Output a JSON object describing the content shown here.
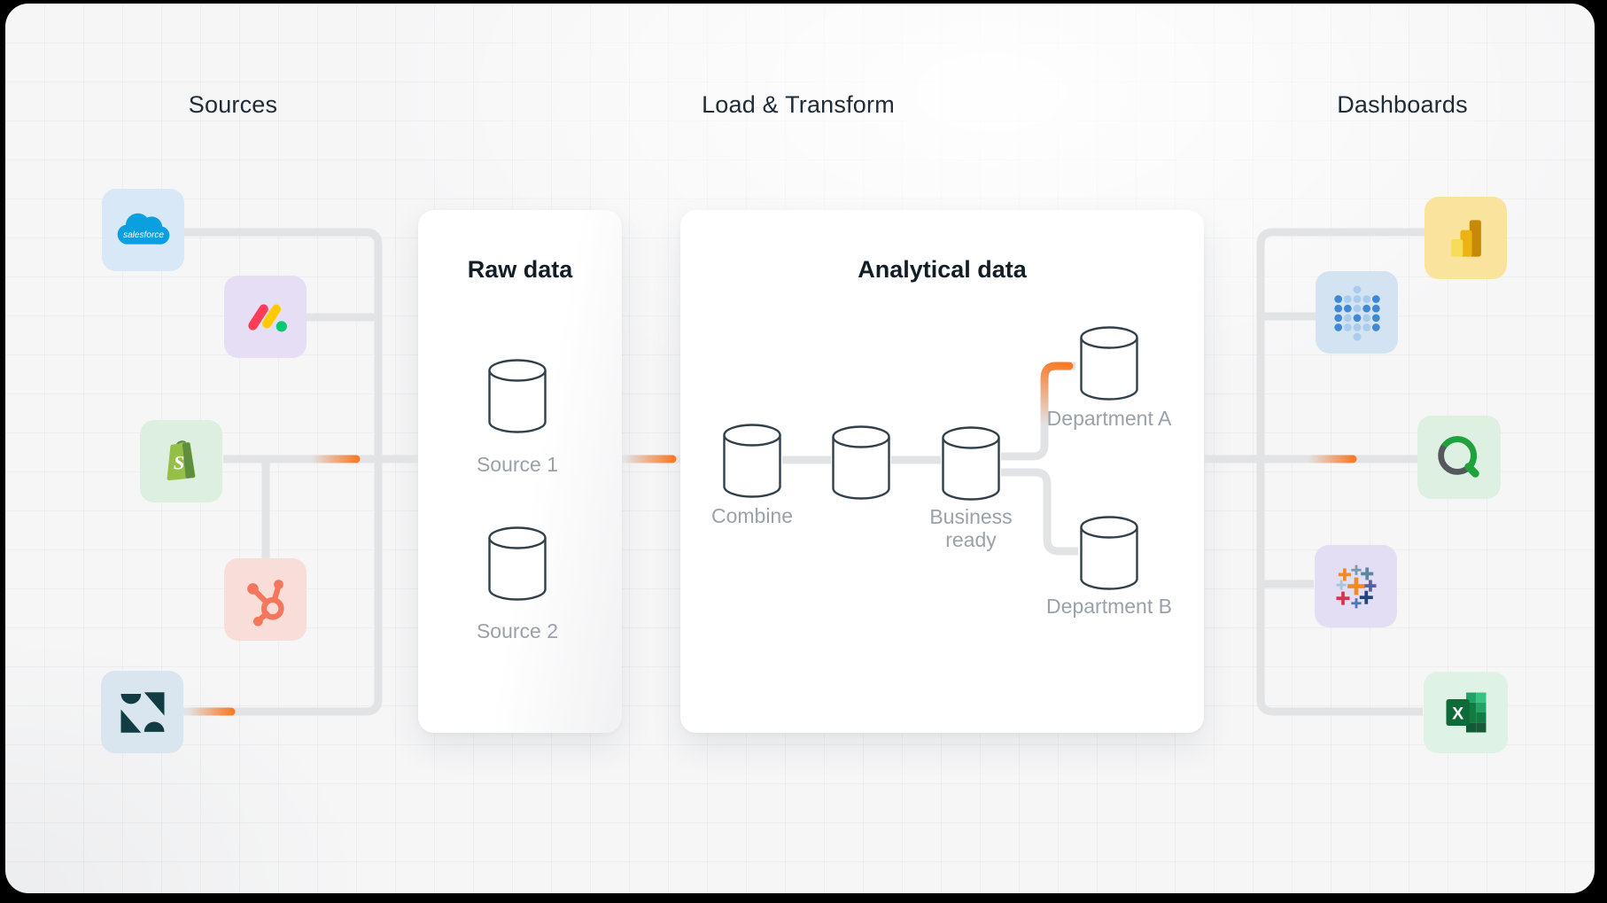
{
  "headers": {
    "sources": "Sources",
    "load_transform": "Load & Transform",
    "dashboards": "Dashboards"
  },
  "panels": {
    "raw": {
      "title": "Raw data",
      "nodes": [
        {
          "label": "Source 1"
        },
        {
          "label": "Source 2"
        }
      ]
    },
    "analytical": {
      "title": "Analytical data",
      "nodes": [
        {
          "label": "Combine"
        },
        {
          "label": ""
        },
        {
          "label": "Business ready"
        },
        {
          "label": "Department A"
        },
        {
          "label": "Department B"
        }
      ]
    }
  },
  "integrations": {
    "sources": [
      {
        "id": "salesforce",
        "logo_text": "salesforce"
      },
      {
        "id": "monday"
      },
      {
        "id": "shopify",
        "monogram": "S"
      },
      {
        "id": "hubspot"
      },
      {
        "id": "zendesk"
      }
    ],
    "dashboards": [
      {
        "id": "power-bi"
      },
      {
        "id": "metabase"
      },
      {
        "id": "quicksight"
      },
      {
        "id": "tableau"
      },
      {
        "id": "excel",
        "monogram": "X"
      }
    ]
  },
  "colors": {
    "accent_orange": "#F87A28",
    "line_grey": "#E2E3E5",
    "cylinder_stroke": "#32404B"
  }
}
